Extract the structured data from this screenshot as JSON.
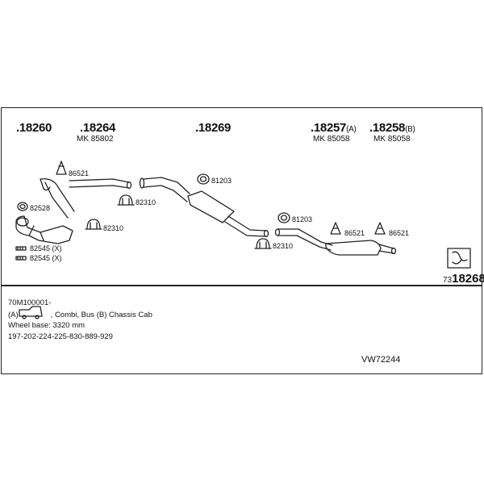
{
  "parts": {
    "p18260": ".18260",
    "p18264": ".18264",
    "p18264_mk": "MK 85802",
    "p18269": ".18269",
    "p18257": ".18257",
    "p18257_suffix": "(A)",
    "p18257_mk": "MK 85058",
    "p18258": ".18258",
    "p18258_suffix": "(B)",
    "p18258_mk": "MK 85058"
  },
  "accessories": {
    "a86521_left": "86521",
    "a82528": "82528",
    "a82310_a": "82310",
    "a82310_b": "82310",
    "a81203_a": "81203",
    "a81203_b": "81203",
    "a82310_c": "82310",
    "a86521_mid": "86521",
    "a86521_right": "86521",
    "a82545_1": "82545 (X)",
    "a82545_2": "82545 (X)"
  },
  "kit": {
    "prefix": "73",
    "number": "18268"
  },
  "info": {
    "line1": "70M100001-",
    "line2a": "(A)",
    "line2b": ", Combi, Bus (B) Chassis Cab",
    "line3": "Wheel base: 3320 mm",
    "line4": "197-202-224-225-830-889-929"
  },
  "reference": "VW72244"
}
